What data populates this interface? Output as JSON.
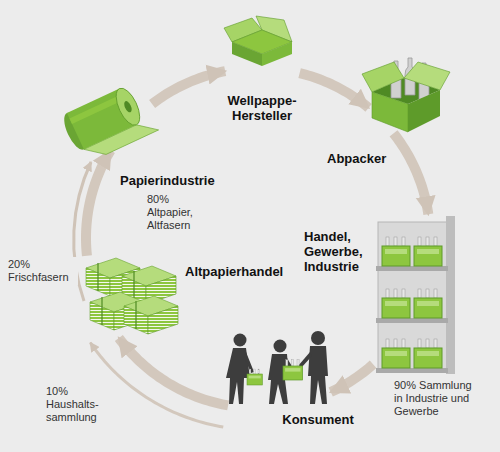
{
  "diagram": {
    "nodes": [
      {
        "text": [
          "Wellpappe- Hersteller"
        ]
      },
      {
        "text": [
          "Abpacker"
        ]
      },
      {
        "text": [
          "Handel, Gewerbe, Industrie"
        ]
      },
      {
        "text": [
          "Konsument"
        ]
      },
      {
        "text": [
          "Altpapierhandel"
        ]
      },
      {
        "text": [
          "Papierindustrie"
        ]
      }
    ],
    "edges": [
      {
        "from": 0,
        "to": 1,
        "arrow": "to"
      },
      {
        "from": 1,
        "to": 2,
        "arrow": "to"
      },
      {
        "from": 2,
        "to": 3,
        "arrow": "to"
      },
      {
        "from": 3,
        "to": 4,
        "arrow": "to"
      },
      {
        "from": 4,
        "to": 5,
        "arrow": "to"
      },
      {
        "from": 5,
        "to": 0,
        "arrow": "to"
      },
      {
        "from": 3,
        "to": 4,
        "label": "10% Haushalts- sammlung",
        "arrow": "to"
      }
    ],
    "labels": [
      "80% Altpapier, Altfasern",
      "20% Frischfasern",
      "90% Sammlung in Industrie und Gewerbe"
    ]
  }
}
